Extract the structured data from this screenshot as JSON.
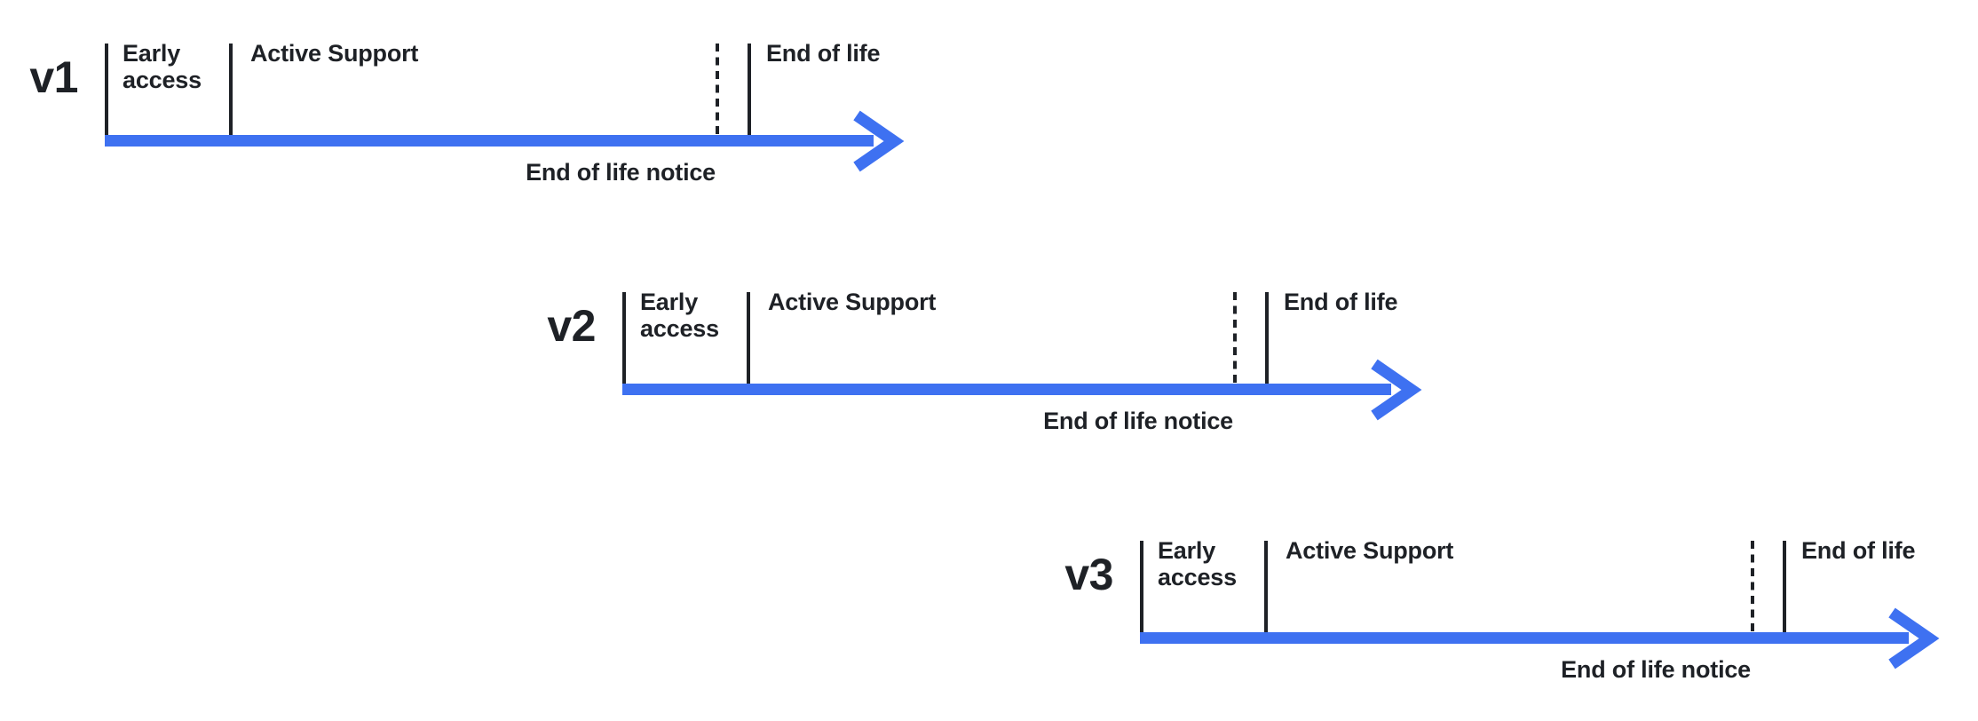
{
  "colors": {
    "arrow_blue": "#3E71F1",
    "text_dark": "#1E2126",
    "background": "#FFFFFF"
  },
  "timelines": [
    {
      "version_label": "v1",
      "early_access_label": "Early access",
      "active_support_label": "Active Support",
      "end_of_life_label": "End of life",
      "eol_notice_label": "End of life notice"
    },
    {
      "version_label": "v2",
      "early_access_label": "Early access",
      "active_support_label": "Active Support",
      "end_of_life_label": "End of life",
      "eol_notice_label": "End of life notice"
    },
    {
      "version_label": "v3",
      "early_access_label": "Early access",
      "active_support_label": "Active Support",
      "end_of_life_label": "End of life",
      "eol_notice_label": "End of life notice"
    }
  ]
}
